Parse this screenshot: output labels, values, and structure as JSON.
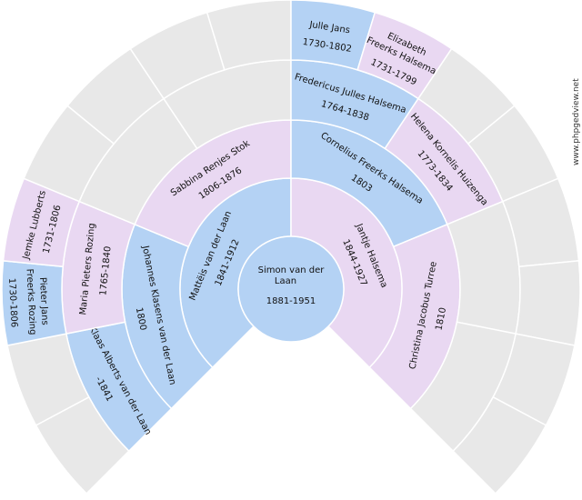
{
  "watermark": "www.phpgedview.net",
  "colors": {
    "male": "#b4d2f4",
    "female": "#e9d8f2",
    "empty": "#e8e8e8"
  },
  "root": {
    "name": "Simon van der Laan",
    "name_lines": [
      "Simon van der",
      "Laan"
    ],
    "dates": "1881-1951",
    "sex": "male"
  },
  "generations": [
    [
      {
        "lines": [
          "Mattëis van der Laan",
          "1841-1912"
        ],
        "sex": "male"
      },
      {
        "lines": [
          "Jantje Halsema",
          "1844-1927"
        ],
        "sex": "female"
      }
    ],
    [
      {
        "lines": [
          "Johannes Klasens van der Laan",
          "1800"
        ],
        "sex": "male"
      },
      {
        "lines": [
          "Sabbina Renjes Stok",
          "1806-1876"
        ],
        "sex": "female"
      },
      {
        "lines": [
          "Cornelius Freerks Halsema",
          "1803"
        ],
        "sex": "male"
      },
      {
        "lines": [
          "Christina Jacobus Turree",
          "1810"
        ],
        "sex": "female"
      }
    ],
    [
      {
        "lines": [
          "Klaas Alberts van der Laan",
          "-1841"
        ],
        "sex": "male"
      },
      {
        "lines": [
          "Maria Pieters Rozing",
          "1765-1840"
        ],
        "sex": "female"
      },
      {
        "lines": [],
        "sex": "empty"
      },
      {
        "lines": [],
        "sex": "empty"
      },
      {
        "lines": [
          "Fredericus Julles Halsema",
          "1764-1838"
        ],
        "sex": "male"
      },
      {
        "lines": [
          "Helena Kornelis Huizenga",
          "1773-1834"
        ],
        "sex": "female"
      },
      {
        "lines": [],
        "sex": "empty"
      },
      {
        "lines": [],
        "sex": "empty"
      }
    ],
    [
      {
        "lines": [],
        "sex": "empty"
      },
      {
        "lines": [],
        "sex": "empty"
      },
      {
        "lines": [
          "Pieter Jans",
          "Freerks Rozing",
          "1730-1806"
        ],
        "sex": "male"
      },
      {
        "lines": [
          "Jemke Lubberts",
          "1731-1806"
        ],
        "sex": "female"
      },
      {
        "lines": [],
        "sex": "empty"
      },
      {
        "lines": [],
        "sex": "empty"
      },
      {
        "lines": [],
        "sex": "empty"
      },
      {
        "lines": [],
        "sex": "empty"
      },
      {
        "lines": [
          "Julle Jans",
          "1730-1802"
        ],
        "sex": "male"
      },
      {
        "lines": [
          "Elizabeth",
          "Freerks Halsema",
          "1731-1799"
        ],
        "sex": "female"
      },
      {
        "lines": [],
        "sex": "empty"
      },
      {
        "lines": [],
        "sex": "empty"
      },
      {
        "lines": [],
        "sex": "empty"
      },
      {
        "lines": [],
        "sex": "empty"
      },
      {
        "lines": [],
        "sex": "empty"
      },
      {
        "lines": [],
        "sex": "empty"
      }
    ]
  ]
}
